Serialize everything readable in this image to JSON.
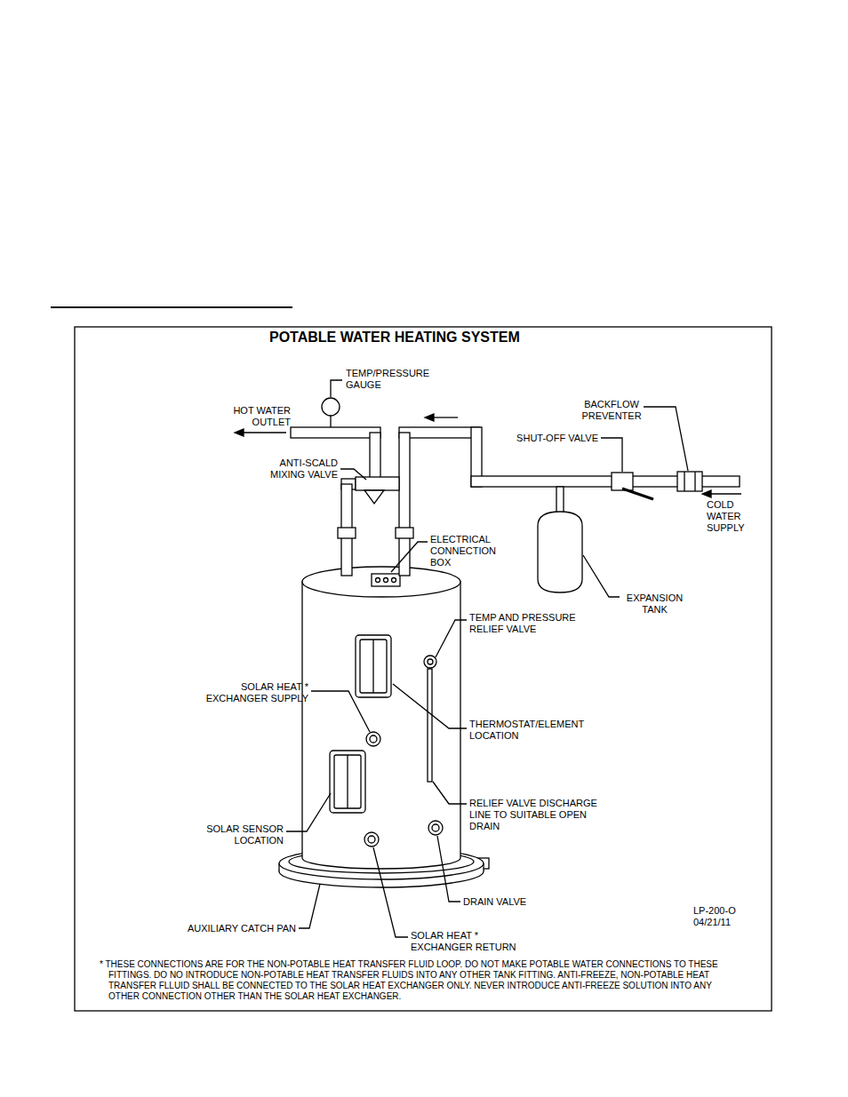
{
  "diagram": {
    "title": "POTABLE WATER HEATING SYSTEM",
    "labels": [
      "TEMP/PRESSURE GAUGE",
      "HOT WATER OUTLET",
      "BACKFLOW PREVENTER",
      "SHUT-OFF VALVE",
      "COLD WATER SUPPLY",
      "ANTI-SCALD MIXING VALVE",
      "ELECTRICAL CONNECTION BOX",
      "EXPANSION TANK",
      "TEMP AND PRESSURE RELIEF VALVE",
      "SOLAR HEAT * EXCHANGER SUPPLY",
      "THERMOSTAT/ELEMENT LOCATION",
      "RELIEF VALVE DISCHARGE LINE TO SUITABLE OPEN DRAIN",
      "SOLAR SENSOR LOCATION",
      "LP-200-O 04/21/11",
      "AUXILIARY CATCH PAN",
      "DRAIN VALVE",
      "SOLAR HEAT * EXCHANGER RETURN",
      "* THESE CONNECTIONS ARE FOR THE NON-POTABLE HEAT TRANSFER FLUID LOOP.  DO NOT MAKE POTABLE WATER CONNECTIONS TO THESE FITTINGS.  DO NO INTRODUCE NON-POTABLE HEAT TRANSFER FLUIDS INTO ANY OTHER TANK FITTING. ANTI-FREEZE, NON-POTABLE HEAT TRANSFER FLLUID SHALL BE CONNECTED TO THE SOLAR HEAT EXCHANGER ONLY.  NEVER INTRODUCE ANTI-FREEZE SOLUTION INTO ANY OTHER CONNECTION OTHER THAN THE SOLAR HEAT EXCHANGER."
    ]
  }
}
